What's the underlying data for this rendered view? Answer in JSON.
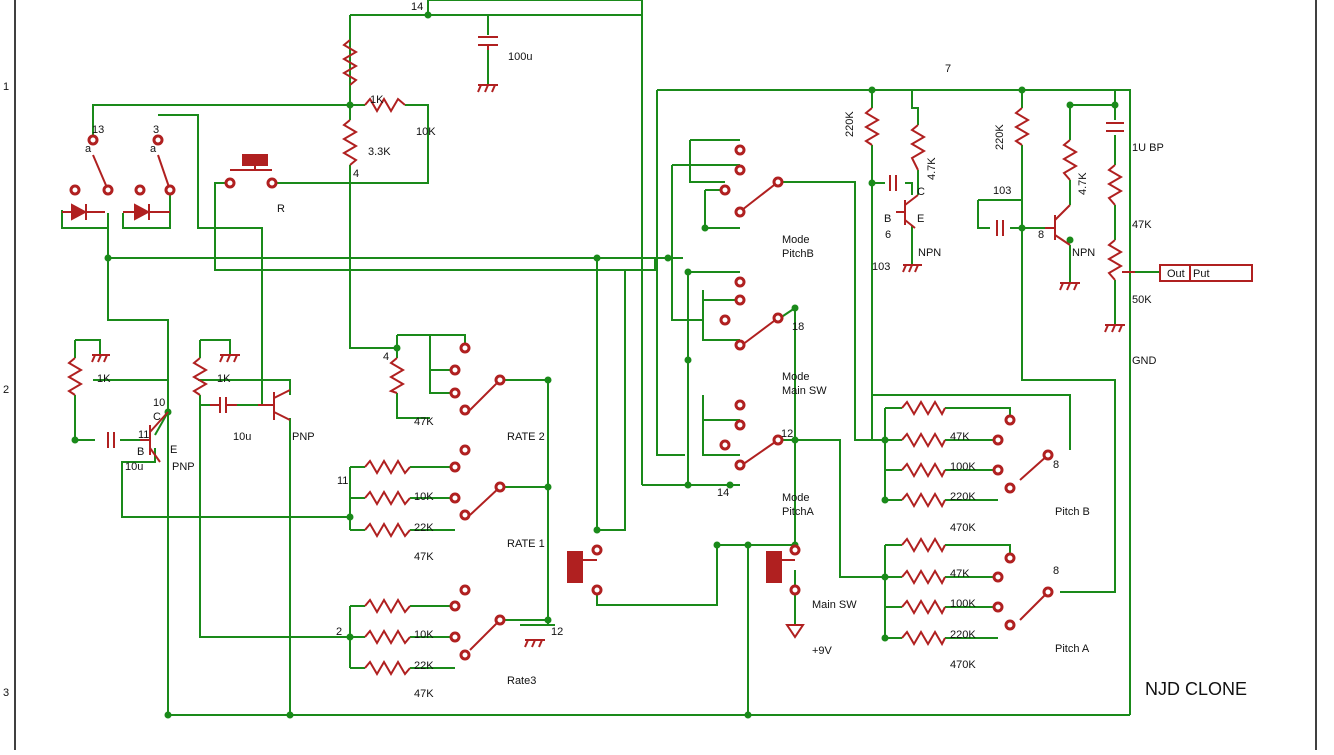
{
  "title": "NJD CLONE",
  "margin_numbers": [
    "1",
    "2",
    "3"
  ],
  "labels": {
    "n14_top": "14",
    "cap_100u": "100u",
    "r_1k_top": "1K",
    "r_3_3k": "3.3K",
    "r_10k_top": "10K",
    "n4_top": "4",
    "sw13": "13",
    "sw3": "3",
    "sw_a1": "a",
    "sw_a2": "a",
    "btn_r": "R",
    "r_1k_left": "1K",
    "r_1k_mid": "1K",
    "n10": "10",
    "t1_c": "C",
    "t1_b": "B",
    "t1_e": "E",
    "t1_n": "11",
    "cap_10u_l": "10u",
    "t1_type": "PNP",
    "cap_10u_m": "10u",
    "t2_type": "PNP",
    "n4_mid": "4",
    "r_47k_rate2": "47K",
    "rate2": "RATE 2",
    "n11": "11",
    "r_10k_r1": "10K",
    "r_22k_r1": "22K",
    "r_47k_r1": "47K",
    "rate1": "RATE 1",
    "n2": "2",
    "r_10k_r3": "10K",
    "r_22k_r3": "22K",
    "r_47k_r3": "47K",
    "rate3": "Rate3",
    "n12_rate": "12",
    "mode_pitchb_1": "Mode",
    "mode_pitchb_2": "PitchB",
    "n18": "18",
    "mode_main_1": "Mode",
    "mode_main_2": "Main SW",
    "n12_mode": "12",
    "n14_bottom": "14",
    "mode_pitcha_1": "Mode",
    "mode_pitcha_2": "PitchA",
    "main_sw": "Main SW",
    "v9": "+9V",
    "n7": "7",
    "r220k_a": "220K",
    "r4_7k_a": "4.7K",
    "r220k_b": "220K",
    "r4_7k_b": "4.7K",
    "cap_1u_bp": "1U BP",
    "r_47k_out": "47K",
    "pot_50k": "50K",
    "gnd": "GND",
    "cap_103_a": "103",
    "cap_103_b": "103",
    "t3_b": "B",
    "t3_e": "E",
    "t3_c": "C",
    "t3_n": "6",
    "t3_type": "NPN",
    "t4_n": "8",
    "t4_type": "NPN",
    "out_1": "Out",
    "out_2": "Put",
    "pb_47k": "47K",
    "pb_100k": "100K",
    "pb_220k": "220K",
    "pb_470k": "470K",
    "pb_n": "8",
    "pitch_b": "Pitch B",
    "pa_47k": "47K",
    "pa_100k": "100K",
    "pa_220k": "220K",
    "pa_470k": "470K",
    "pa_n": "8",
    "pitch_a": "Pitch A"
  },
  "colors": {
    "wire": "#1a8a1a",
    "component": "#b02020",
    "background": "#ffffff"
  }
}
